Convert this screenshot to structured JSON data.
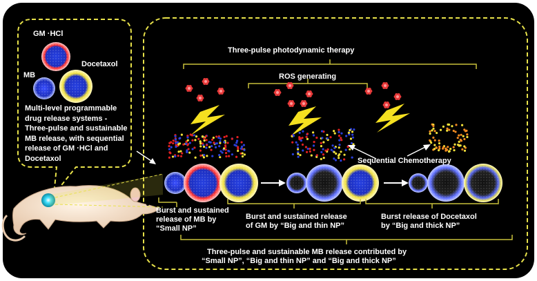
{
  "left_panel": {
    "label_gm": "GM ·HCl",
    "label_mb": "MB",
    "label_docetaxol": "Docetaxol",
    "description": "Multi-level programmable drug release systems -Three-pulse and sustainable MB release, with sequential release of GM ·HCl and Docetaxol"
  },
  "right_panel": {
    "title": "Three-pulse photodynamic therapy",
    "ros_label": "ROS generating",
    "sequential_label": "Sequential Chemotherapy",
    "small_np_caption": "Burst and sustained release of MB by “Small NP”",
    "big_thin_caption": "Burst and sustained release of GM  by “Big and thin NP”",
    "big_thick_caption": "Burst release of Docetaxol by “Big and thick NP”",
    "bottom_caption_line1": "Three-pulse and sustainable MB release contributed by",
    "bottom_caption_line2": "“Small NP”, “Big and thin NP” and “Big and thick NP”"
  },
  "colors": {
    "dashed_border": "#e8e24a",
    "background": "#000000",
    "mb_blue": "#2a3fd8",
    "gm_red": "#e02020",
    "docetaxol_yellow": "#f2e23a",
    "ros_red": "#e83a3a",
    "lightning": "#f5e020",
    "mouse": "#f4e0cc",
    "arrow": "#ffffff"
  }
}
